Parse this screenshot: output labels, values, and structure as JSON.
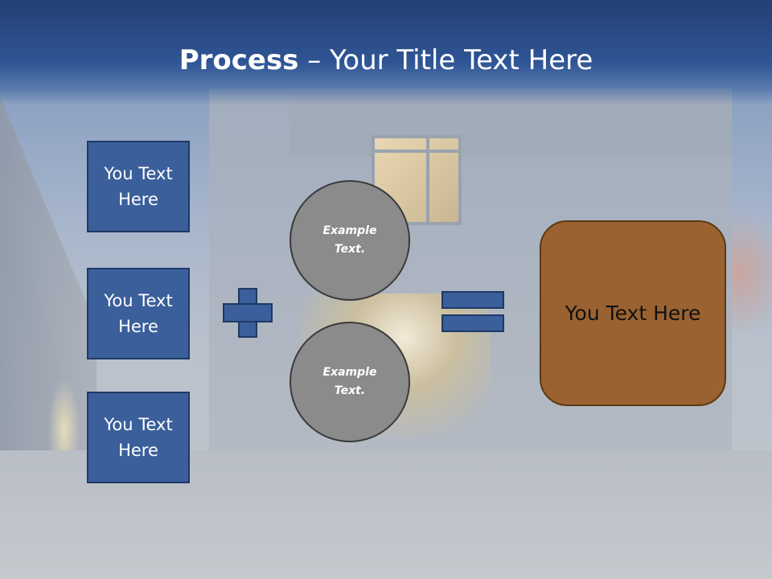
{
  "slide": {
    "title_bold": "Process",
    "title_rest": " – Your Title Text Here"
  },
  "left_boxes": [
    {
      "label": "You Text Here"
    },
    {
      "label": "You Text Here"
    },
    {
      "label": "You Text Here"
    }
  ],
  "circles": [
    {
      "label": "Example Text."
    },
    {
      "label": "Example Text."
    }
  ],
  "result": {
    "label": "You Text Here"
  },
  "operators": {
    "plus_icon": "plus-icon",
    "equals_icon": "equals-icon"
  },
  "colors": {
    "title_band": "#2f5595",
    "box_fill": "#3a5f9b",
    "circle_fill": "#8b8b8b",
    "result_fill": "#9a6230"
  }
}
